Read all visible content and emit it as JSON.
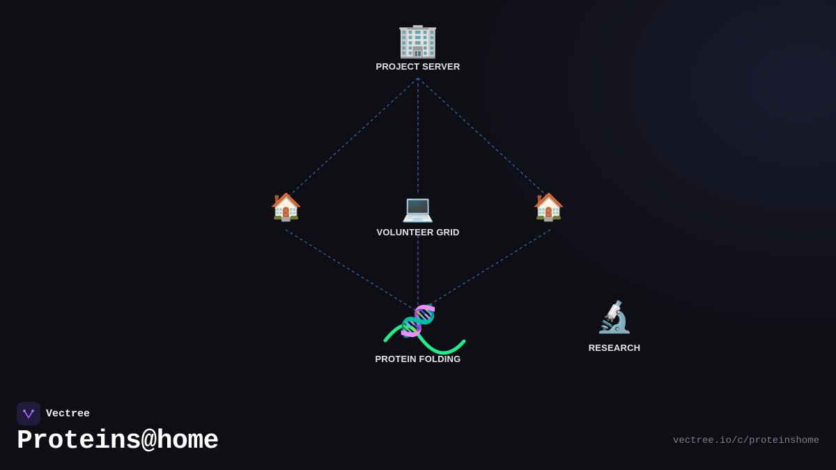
{
  "nodes": {
    "server": {
      "icon": "🏢",
      "icon_name": "office-building-icon",
      "label": "PROJECT SERVER"
    },
    "home_left": {
      "icon": "🏠",
      "icon_name": "house-icon",
      "label": ""
    },
    "grid": {
      "icon": "💻",
      "icon_name": "laptop-icon",
      "label": "VOLUNTEER GRID"
    },
    "home_right": {
      "icon": "🏠",
      "icon_name": "house-icon",
      "label": ""
    },
    "folding": {
      "icon": "🧬",
      "icon_name": "dna-icon",
      "label": "PROTEIN FOLDING"
    },
    "research": {
      "icon": "🔬",
      "icon_name": "microscope-icon",
      "label": "RESEARCH"
    }
  },
  "connections": [
    [
      "server",
      "home_left"
    ],
    [
      "server",
      "grid"
    ],
    [
      "server",
      "home_right"
    ],
    [
      "home_left",
      "folding"
    ],
    [
      "grid",
      "folding"
    ],
    [
      "home_right",
      "folding"
    ]
  ],
  "colors": {
    "connector": "#2f6fc2",
    "wave": "#19f08a",
    "background": "#0e0e14",
    "logo_bg": "#1f1b3b",
    "logo_accent": "#9b5cf0"
  },
  "brand": {
    "name": "Vectree",
    "logo_icon": "vectree-logo-icon"
  },
  "title": "Proteins@home",
  "url": "vectree.io/c/proteinshome"
}
